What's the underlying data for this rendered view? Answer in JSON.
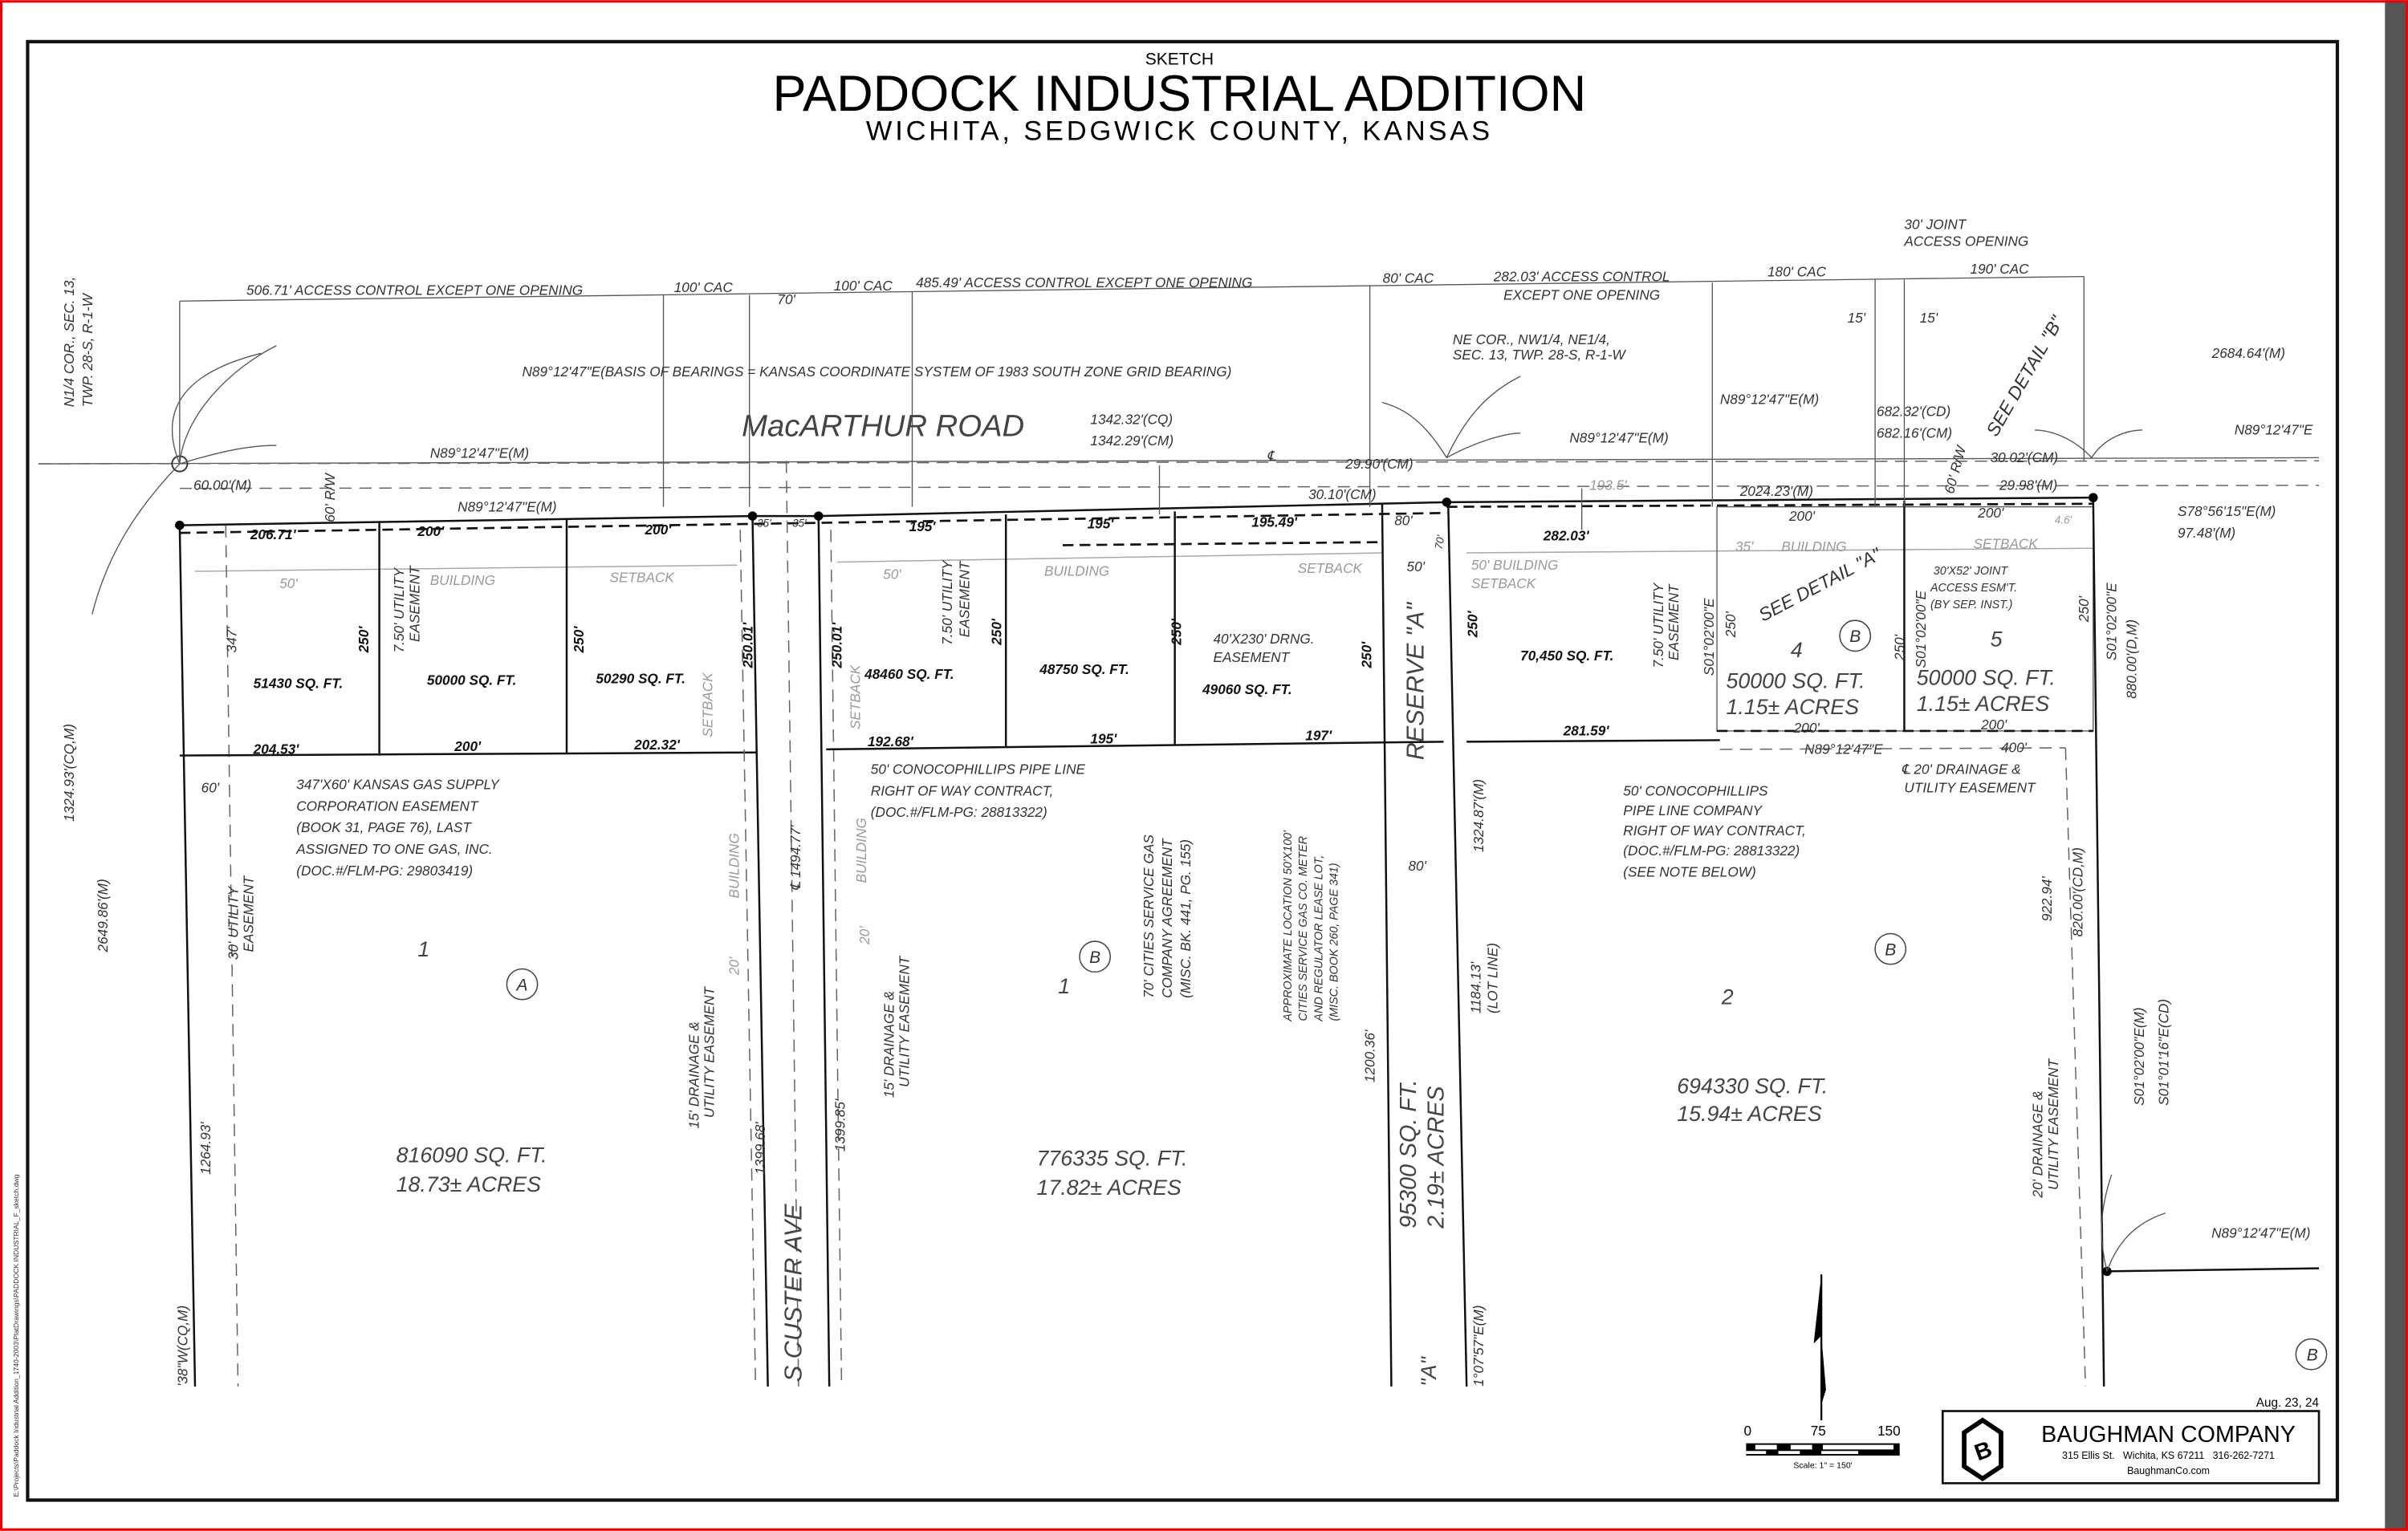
{
  "header": {
    "sketch_label": "SKETCH",
    "title": "PADDOCK INDUSTRIAL ADDITION",
    "subtitle": "WICHITA, SEDGWICK COUNTY, KANSAS"
  },
  "file_path": "E:\\Projects\\Paddock Industrial Addition_1740-2003\\PlatDrawings\\PADDOCK INDUSTRIAL_F_sketch.dwg",
  "access": {
    "a1": "506.71' ACCESS CONTROL EXCEPT ONE OPENING",
    "a2": "100' CAC",
    "a3": "70'",
    "a4": "100' CAC",
    "a5": "485.49' ACCESS CONTROL EXCEPT ONE OPENING",
    "a6": "80' CAC",
    "a7": "282.03' ACCESS CONTROL",
    "a7b": "EXCEPT ONE OPENING",
    "a8": "180' CAC",
    "a9": "190' CAC",
    "joint1": "30' JOINT",
    "joint2": "ACCESS OPENING",
    "w1": "15'",
    "w2": "15'"
  },
  "corners": {
    "nw1": "N1/4 COR., SEC. 13,",
    "nw2": "TWP. 28-S, R-1-W",
    "ne1": "NE COR., NW1/4, NE1/4,",
    "ne2": "SEC. 13, TWP. 28-S, R-1-W"
  },
  "bearings": {
    "basis": "N89°12'47\"E(BASIS OF BEARINGS = KANSAS COORDINATE SYSTEM OF 1983 SOUTH ZONE GRID BEARING)",
    "b1": "N89°12'47\"E(M)",
    "b2": "N89°12'47\"E(M)",
    "b3": "N89°12'47\"E(M)",
    "b4": "N89°12'47\"E(M)",
    "b5": "N89°12'47\"E",
    "b6": "N89°12'47\"E",
    "b7": "N89°12'47\"E(M)",
    "s78": "S78°56'15\"E(M)",
    "s78d": "97.48'(M)",
    "s01a": "S01°02'00\"E",
    "s01b": "S01°02'00\"E",
    "s01c": "S01°02'00\"E",
    "s01m": "S01°02'00\"E(M)",
    "s01cd": "S01°01'16\"E(CD)",
    "w38": "'38\"W(CQ,M)",
    "e107": "1°07'57\"E(M)"
  },
  "road": {
    "name": "MacARTHUR ROAD",
    "len_cq": "1342.32'(CQ)",
    "len_cm": "1342.29'(CM)",
    "cl": "℄",
    "d2684": "2684.64'(M)",
    "d682cd": "682.32'(CD)",
    "d682cm": "682.16'(CM)",
    "d2990": "29.90'(CM)",
    "d3010": "30.10'(CM)",
    "d3002": "30.02'(CM)",
    "d2998": "29.98'(M)",
    "d60": "60.00'(M)",
    "rw1": "60' R/W",
    "rw2": "60' R/W",
    "d2024": "2024.23'(M)",
    "d1935": "193.5'",
    "custer": "S CUSTER AVE",
    "custer_cl": "℄ 1494.77'"
  },
  "frontage": {
    "f1": "206.71'",
    "f2": "200'",
    "f3": "200'",
    "f4": "35'",
    "f5": "35'",
    "f6": "195'",
    "f7": "195'",
    "f8": "195.49'",
    "f9": "80'",
    "f10": "282.03'",
    "f11": "200'",
    "f12": "200'",
    "f13": "4.6'",
    "f14": "70'"
  },
  "rear": {
    "r1": "204.53'",
    "r2": "200'",
    "r3": "202.32'",
    "r4": "192.68'",
    "r5": "195'",
    "r6": "197'",
    "r7": "281.59'",
    "r8": "200'",
    "r9": "200'",
    "r10": "400'",
    "r11": "80'"
  },
  "depths": {
    "d250": "250'",
    "d25001": "250.01'",
    "d347": "347'",
    "d60": "60'",
    "d20": "20'",
    "d50": "50'"
  },
  "setback": {
    "s50": "50'",
    "building": "BUILDING",
    "setback": "SETBACK",
    "s35": "35'",
    "b50": "50' BUILDING"
  },
  "easements": {
    "util750a": "7.50' UTILITY",
    "util750b": "EASEMENT",
    "drng1": "40'X230' DRNG.",
    "drng2": "EASEMENT",
    "joint1": "30'X52' JOINT",
    "joint2": "ACCESS ESM'T.",
    "joint3": "(BY SEP. INST.)",
    "util30a": "30' UTILITY",
    "util30b": "EASEMENT",
    "dr15a": "15' DRAINAGE &",
    "dr15b": "UTILITY EASEMENT",
    "dr20a": "20' DRAINAGE &",
    "dr20b": "UTILITY EASEMENT",
    "cl20a": "℄ 20' DRAINAGE &",
    "cl20b": "UTILITY EASEMENT",
    "see_a": "SEE DETAIL \"A\"",
    "see_b": "SEE DETAIL \"B\""
  },
  "notes": {
    "gas": [
      "347'X60' KANSAS GAS SUPPLY",
      "CORPORATION EASEMENT",
      "(BOOK 31, PAGE 76), LAST",
      "ASSIGNED TO ONE GAS, INC.",
      "(DOC.#/FLM-PG: 29803419)"
    ],
    "cono1": [
      "50' CONOCOPHILLIPS PIPE LINE",
      "RIGHT OF WAY CONTRACT,",
      "(DOC.#/FLM-PG: 28813322)"
    ],
    "cities": [
      "70' CITIES SERVICE GAS",
      "COMPANY AGREEMENT",
      "(MISC. BK. 441, PG. 155)"
    ],
    "meter": [
      "APPROXIMATE LOCATION 50'X100'",
      "CITIES SERVICE GAS CO. METER",
      "AND REGULATOR LEASE LOT,",
      "(MISC. BOOK 260, PAGE 341)"
    ],
    "cono2": [
      "50' CONOCOPHILLIPS",
      "PIPE LINE COMPANY",
      "RIGHT OF WAY CONTRACT,",
      "(DOC.#/FLM-PG: 28813322)",
      "(SEE NOTE BELOW)"
    ]
  },
  "lots": {
    "a1": "51430 SQ. FT.",
    "a2": "50000 SQ. FT.",
    "a3": "50290 SQ. FT.",
    "b1": "48460 SQ. FT.",
    "b2": "48750 SQ. FT.",
    "b3": "49060 SQ. FT.",
    "c1": "70,450 SQ. FT.",
    "l4_area": "50000 SQ. FT.",
    "l4_acres": "1.15± ACRES",
    "l5_area": "50000 SQ. FT.",
    "l5_acres": "1.15± ACRES",
    "lot1a_area": "816090 SQ. FT.",
    "lot1a_acres": "18.73± ACRES",
    "lot1b_area": "776335 SQ. FT.",
    "lot1b_acres": "17.82± ACRES",
    "lot2_area": "694330 SQ. FT.",
    "lot2_acres": "15.94± ACRES",
    "res_area": "95300 SQ. FT.",
    "res_acres": "2.19± ACRES",
    "reserve": "RESERVE \"A\"",
    "reserve_cut": "\"A\"",
    "n1": "1",
    "n1b": "1",
    "n2": "2",
    "n4": "4",
    "n5": "5",
    "blkA": "A",
    "blkB": "B"
  },
  "lines": {
    "d132493": "1324.93'(CQ,M)",
    "d264986": "2649.86'(M)",
    "d126493": "1264.93'",
    "d139968": "1399.68'",
    "d139985": "1399.85'",
    "d132487": "1324.87'(M)",
    "d120036": "1200.36'",
    "d118413": "1184.13'",
    "lotline": "(LOT LINE)",
    "d92294": "922.94'",
    "d82000": "820.00'(CD,M)",
    "d88000": "880.00'(D,M)"
  },
  "scale": {
    "t0": "0",
    "t75": "75",
    "t150": "150",
    "label": "Scale: 1\" = 150'"
  },
  "title_block": {
    "date": "Aug. 23, 24",
    "company": "BAUGHMAN COMPANY",
    "address": "315 Ellis St.   Wichita, KS 67211   316-262-7271",
    "website": "BaughmanCo.com",
    "logo_letter": "B"
  }
}
